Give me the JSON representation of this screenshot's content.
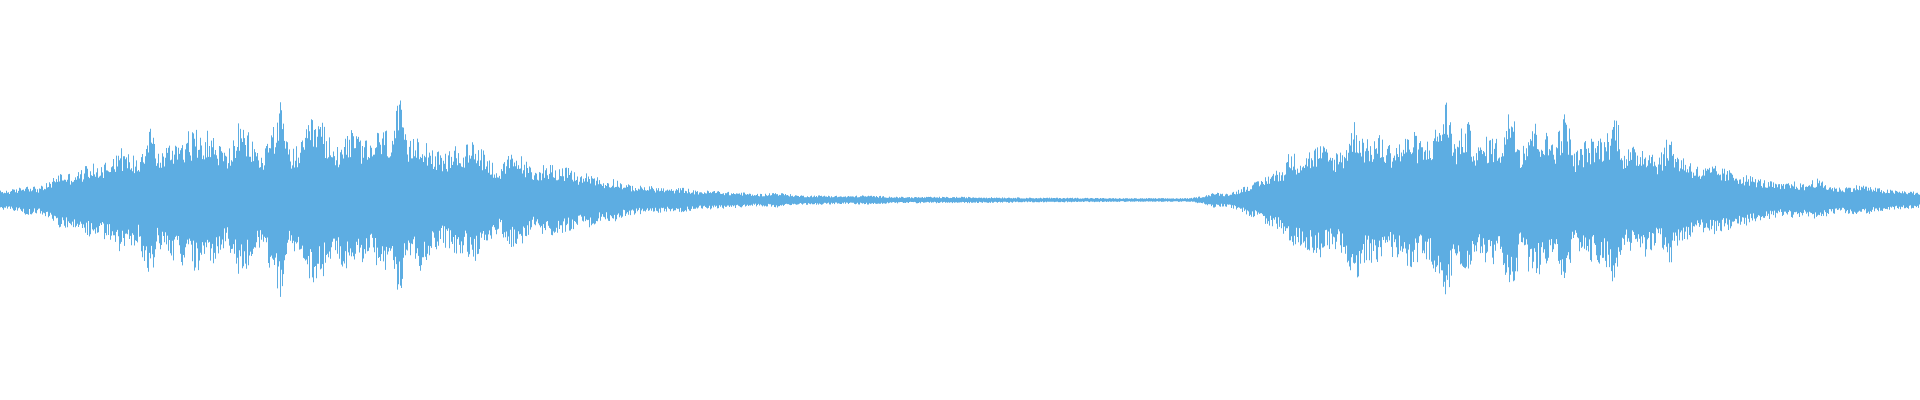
{
  "waveform": {
    "color": "#5dade2",
    "background": "#ffffff",
    "envelope": [
      [
        0,
        0.06
      ],
      [
        0.008,
        0.07
      ],
      [
        0.014,
        0.1
      ],
      [
        0.02,
        0.08
      ],
      [
        0.026,
        0.12
      ],
      [
        0.03,
        0.18
      ],
      [
        0.036,
        0.17
      ],
      [
        0.042,
        0.19
      ],
      [
        0.046,
        0.24
      ],
      [
        0.05,
        0.22
      ],
      [
        0.056,
        0.26
      ],
      [
        0.062,
        0.34
      ],
      [
        0.066,
        0.3
      ],
      [
        0.072,
        0.28
      ],
      [
        0.078,
        0.52
      ],
      [
        0.082,
        0.3
      ],
      [
        0.088,
        0.36
      ],
      [
        0.094,
        0.42
      ],
      [
        0.1,
        0.44
      ],
      [
        0.106,
        0.46
      ],
      [
        0.112,
        0.4
      ],
      [
        0.118,
        0.3
      ],
      [
        0.124,
        0.48
      ],
      [
        0.13,
        0.42
      ],
      [
        0.136,
        0.28
      ],
      [
        0.142,
        0.5
      ],
      [
        0.146,
        0.62
      ],
      [
        0.15,
        0.34
      ],
      [
        0.156,
        0.34
      ],
      [
        0.162,
        0.52
      ],
      [
        0.168,
        0.5
      ],
      [
        0.174,
        0.32
      ],
      [
        0.18,
        0.46
      ],
      [
        0.186,
        0.42
      ],
      [
        0.192,
        0.36
      ],
      [
        0.198,
        0.46
      ],
      [
        0.204,
        0.44
      ],
      [
        0.208,
        0.66
      ],
      [
        0.212,
        0.34
      ],
      [
        0.218,
        0.46
      ],
      [
        0.224,
        0.36
      ],
      [
        0.23,
        0.28
      ],
      [
        0.236,
        0.34
      ],
      [
        0.242,
        0.34
      ],
      [
        0.248,
        0.4
      ],
      [
        0.254,
        0.28
      ],
      [
        0.26,
        0.2
      ],
      [
        0.266,
        0.3
      ],
      [
        0.272,
        0.28
      ],
      [
        0.278,
        0.18
      ],
      [
        0.284,
        0.24
      ],
      [
        0.29,
        0.22
      ],
      [
        0.296,
        0.2
      ],
      [
        0.302,
        0.16
      ],
      [
        0.308,
        0.18
      ],
      [
        0.314,
        0.12
      ],
      [
        0.32,
        0.14
      ],
      [
        0.326,
        0.1
      ],
      [
        0.332,
        0.09
      ],
      [
        0.338,
        0.09
      ],
      [
        0.344,
        0.08
      ],
      [
        0.35,
        0.07
      ],
      [
        0.356,
        0.08
      ],
      [
        0.362,
        0.06
      ],
      [
        0.368,
        0.06
      ],
      [
        0.374,
        0.06
      ],
      [
        0.38,
        0.05
      ],
      [
        0.386,
        0.05
      ],
      [
        0.392,
        0.04
      ],
      [
        0.398,
        0.04
      ],
      [
        0.404,
        0.05
      ],
      [
        0.41,
        0.04
      ],
      [
        0.416,
        0.03
      ],
      [
        0.422,
        0.03
      ],
      [
        0.43,
        0.03
      ],
      [
        0.44,
        0.025
      ],
      [
        0.45,
        0.03
      ],
      [
        0.46,
        0.025
      ],
      [
        0.47,
        0.02
      ],
      [
        0.48,
        0.02
      ],
      [
        0.49,
        0.02
      ],
      [
        0.5,
        0.02
      ],
      [
        0.52,
        0.018
      ],
      [
        0.54,
        0.015
      ],
      [
        0.56,
        0.015
      ],
      [
        0.58,
        0.012
      ],
      [
        0.6,
        0.012
      ],
      [
        0.62,
        0.012
      ],
      [
        0.628,
        0.03
      ],
      [
        0.632,
        0.05
      ],
      [
        0.638,
        0.04
      ],
      [
        0.644,
        0.06
      ],
      [
        0.65,
        0.1
      ],
      [
        0.656,
        0.12
      ],
      [
        0.662,
        0.18
      ],
      [
        0.668,
        0.2
      ],
      [
        0.672,
        0.32
      ],
      [
        0.676,
        0.28
      ],
      [
        0.682,
        0.32
      ],
      [
        0.688,
        0.36
      ],
      [
        0.694,
        0.3
      ],
      [
        0.7,
        0.34
      ],
      [
        0.706,
        0.52
      ],
      [
        0.712,
        0.38
      ],
      [
        0.718,
        0.42
      ],
      [
        0.724,
        0.36
      ],
      [
        0.73,
        0.38
      ],
      [
        0.736,
        0.44
      ],
      [
        0.742,
        0.36
      ],
      [
        0.748,
        0.46
      ],
      [
        0.754,
        0.66
      ],
      [
        0.758,
        0.36
      ],
      [
        0.764,
        0.52
      ],
      [
        0.77,
        0.34
      ],
      [
        0.776,
        0.42
      ],
      [
        0.782,
        0.38
      ],
      [
        0.788,
        0.66
      ],
      [
        0.792,
        0.34
      ],
      [
        0.798,
        0.52
      ],
      [
        0.804,
        0.44
      ],
      [
        0.81,
        0.4
      ],
      [
        0.816,
        0.58
      ],
      [
        0.82,
        0.3
      ],
      [
        0.826,
        0.38
      ],
      [
        0.832,
        0.4
      ],
      [
        0.838,
        0.44
      ],
      [
        0.842,
        0.58
      ],
      [
        0.846,
        0.32
      ],
      [
        0.852,
        0.34
      ],
      [
        0.858,
        0.36
      ],
      [
        0.864,
        0.28
      ],
      [
        0.87,
        0.42
      ],
      [
        0.874,
        0.3
      ],
      [
        0.88,
        0.26
      ],
      [
        0.886,
        0.2
      ],
      [
        0.892,
        0.22
      ],
      [
        0.898,
        0.2
      ],
      [
        0.904,
        0.18
      ],
      [
        0.91,
        0.16
      ],
      [
        0.916,
        0.14
      ],
      [
        0.922,
        0.12
      ],
      [
        0.928,
        0.1
      ],
      [
        0.934,
        0.12
      ],
      [
        0.94,
        0.1
      ],
      [
        0.946,
        0.14
      ],
      [
        0.952,
        0.1
      ],
      [
        0.958,
        0.08
      ],
      [
        0.964,
        0.09
      ],
      [
        0.97,
        0.1
      ],
      [
        0.976,
        0.08
      ],
      [
        0.982,
        0.07
      ],
      [
        0.988,
        0.06
      ],
      [
        0.994,
        0.06
      ],
      [
        1,
        0.05
      ]
    ]
  }
}
